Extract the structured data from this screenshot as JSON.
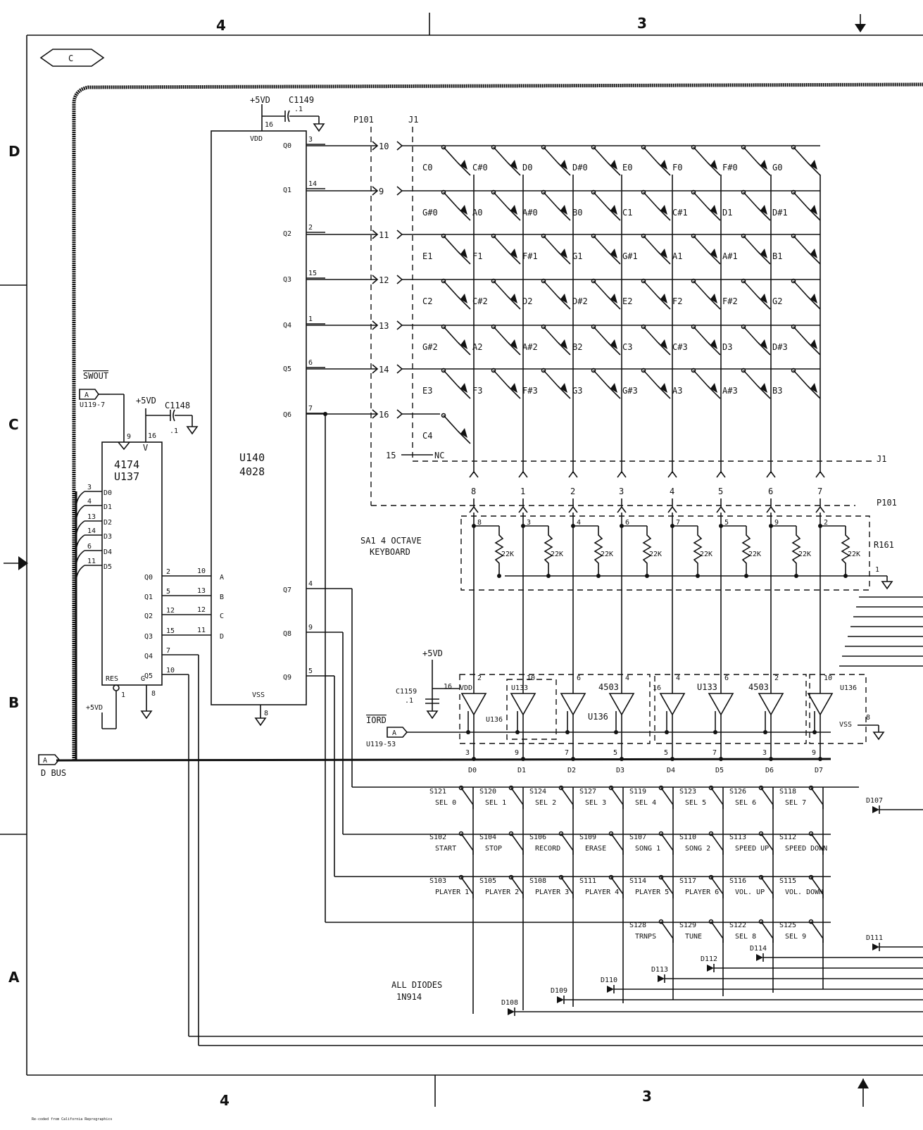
{
  "frame": {
    "zones_top": [
      "4",
      "3"
    ],
    "zones_bottom": [
      "4",
      "3"
    ],
    "rows_left": [
      "D",
      "C",
      "B",
      "A"
    ],
    "sheet_tag": "C",
    "credit": "Re-coded from California Reprographics"
  },
  "u140": {
    "ref": "U140",
    "part": "4028",
    "vdd": "VDD",
    "vss": "VSS",
    "vdd_pin": "16",
    "vss_pin": "8",
    "supply": "+5VD",
    "cap": "C1149",
    "cap_val": ".1",
    "outputs": [
      {
        "name": "Q0",
        "pin": "3"
      },
      {
        "name": "Q1",
        "pin": "14"
      },
      {
        "name": "Q2",
        "pin": "2"
      },
      {
        "name": "Q3",
        "pin": "15"
      },
      {
        "name": "Q4",
        "pin": "1"
      },
      {
        "name": "Q5",
        "pin": "6"
      },
      {
        "name": "Q6",
        "pin": "7"
      },
      {
        "name": "Q7",
        "pin": "4"
      },
      {
        "name": "Q8",
        "pin": "9"
      },
      {
        "name": "Q9",
        "pin": "5"
      }
    ],
    "inputs": [
      {
        "name": "A",
        "pin": "10"
      },
      {
        "name": "B",
        "pin": "13"
      },
      {
        "name": "C",
        "pin": "12"
      },
      {
        "name": "D",
        "pin": "11"
      }
    ]
  },
  "u137": {
    "ref": "U137",
    "part": "4174",
    "v": "V",
    "vpin": "16",
    "supply": "+5VD",
    "cap": "C1148",
    "cap_val": ".1",
    "clk_pin": "9",
    "swout": "SWOUT",
    "swout_src": "U119-7",
    "inputs": [
      {
        "name": "D0",
        "pin": "3"
      },
      {
        "name": "D1",
        "pin": "4"
      },
      {
        "name": "D2",
        "pin": "13"
      },
      {
        "name": "D3",
        "pin": "14"
      },
      {
        "name": "D4",
        "pin": "6"
      },
      {
        "name": "D5",
        "pin": "11"
      }
    ],
    "outputs": [
      {
        "name": "Q0",
        "pin": "2"
      },
      {
        "name": "Q1",
        "pin": "5"
      },
      {
        "name": "Q2",
        "pin": "12"
      },
      {
        "name": "Q3",
        "pin": "15"
      },
      {
        "name": "Q4",
        "pin": "7"
      },
      {
        "name": "Q5",
        "pin": "10"
      }
    ],
    "res": "RES",
    "res_pin": "1",
    "g": "G",
    "g_pin": "8",
    "res_supply": "+5VD"
  },
  "connector": {
    "p101": "P101",
    "j1": "J1",
    "row_pins": [
      "10",
      "9",
      "11",
      "12",
      "13",
      "14",
      "16"
    ],
    "nc_pin": "15",
    "nc": "NC",
    "col_pins": [
      "8",
      "1",
      "2",
      "3",
      "4",
      "5",
      "6",
      "7"
    ]
  },
  "keyboard": {
    "label1": "SA1  4 OCTAVE",
    "label2": "KEYBOARD",
    "rows": [
      [
        "C0",
        "C#0",
        "D0",
        "D#0",
        "E0",
        "F0",
        "F#0",
        "G0"
      ],
      [
        "G#0",
        "A0",
        "A#0",
        "B0",
        "C1",
        "C#1",
        "D1",
        "D#1"
      ],
      [
        "E1",
        "F1",
        "F#1",
        "G1",
        "G#1",
        "A1",
        "A#1",
        "B1"
      ],
      [
        "C2",
        "C#2",
        "D2",
        "D#2",
        "E2",
        "F2",
        "F#2",
        "G2"
      ],
      [
        "G#2",
        "A2",
        "A#2",
        "B2",
        "C3",
        "C#3",
        "D3",
        "D#3"
      ],
      [
        "E3",
        "F3",
        "F#3",
        "G3",
        "G#3",
        "A3",
        "A#3",
        "B3"
      ],
      [
        "C4"
      ]
    ]
  },
  "rpack": {
    "ref": "R161",
    "value": "22K",
    "pins": [
      "8",
      "3",
      "4",
      "6",
      "7",
      "5",
      "9",
      "2"
    ],
    "common_pin": "1"
  },
  "buffers": {
    "u133": "U133",
    "u136": "U136",
    "part": "4503",
    "vdd": "VDD",
    "vss": "VSS",
    "vdd_pin": "16",
    "vss_pin": "8",
    "supply": "+5VD",
    "cap": "C1159",
    "cap_val": ".1",
    "iord": "IORD",
    "iord_src": "U119-53",
    "in_pins": [
      "2",
      "10",
      "6",
      "4",
      "4",
      "6",
      "2",
      "10"
    ],
    "out_pins": [
      "3",
      "9",
      "7",
      "5",
      "5",
      "7",
      "3",
      "9"
    ],
    "data": [
      "D0",
      "D1",
      "D2",
      "D3",
      "D4",
      "D5",
      "D6",
      "D7"
    ],
    "dbus": "D BUS",
    "dbus_tag": "A"
  },
  "switch_matrix": {
    "rows": [
      [
        {
          "ref": "S121",
          "name": "SEL 0"
        },
        {
          "ref": "S120",
          "name": "SEL 1"
        },
        {
          "ref": "S124",
          "name": "SEL 2"
        },
        {
          "ref": "S127",
          "name": "SEL 3"
        },
        {
          "ref": "S119",
          "name": "SEL 4"
        },
        {
          "ref": "S123",
          "name": "SEL 5"
        },
        {
          "ref": "S126",
          "name": "SEL 6"
        },
        {
          "ref": "S118",
          "name": "SEL 7"
        }
      ],
      [
        {
          "ref": "S102",
          "name": "START"
        },
        {
          "ref": "S104",
          "name": "STOP"
        },
        {
          "ref": "S106",
          "name": "RECORD"
        },
        {
          "ref": "S109",
          "name": "ERASE"
        },
        {
          "ref": "S107",
          "name": "SONG 1"
        },
        {
          "ref": "S110",
          "name": "SONG 2"
        },
        {
          "ref": "S113",
          "name": "SPEED UP"
        },
        {
          "ref": "S112",
          "name": "SPEED DOWN"
        }
      ],
      [
        {
          "ref": "S103",
          "name": "PLAYER 1"
        },
        {
          "ref": "S105",
          "name": "PLAYER 2"
        },
        {
          "ref": "S108",
          "name": "PLAYER 3"
        },
        {
          "ref": "S111",
          "name": "PLAYER 4"
        },
        {
          "ref": "S114",
          "name": "PLAYER 5"
        },
        {
          "ref": "S117",
          "name": "PLAYER 6"
        },
        {
          "ref": "S116",
          "name": "VOL. UP"
        },
        {
          "ref": "S115",
          "name": "VOL. DOWN"
        }
      ],
      [
        {
          "ref": "S128",
          "name": "TRNPS"
        },
        {
          "ref": "S129",
          "name": "TUNE"
        },
        {
          "ref": "S122",
          "name": "SEL 8"
        },
        {
          "ref": "S125",
          "name": "SEL 9"
        }
      ]
    ],
    "diodes": [
      "D107",
      "D108",
      "D109",
      "D110",
      "D111",
      "D112",
      "D113",
      "D114"
    ],
    "note1": "ALL DIODES",
    "note2": "1N914"
  }
}
